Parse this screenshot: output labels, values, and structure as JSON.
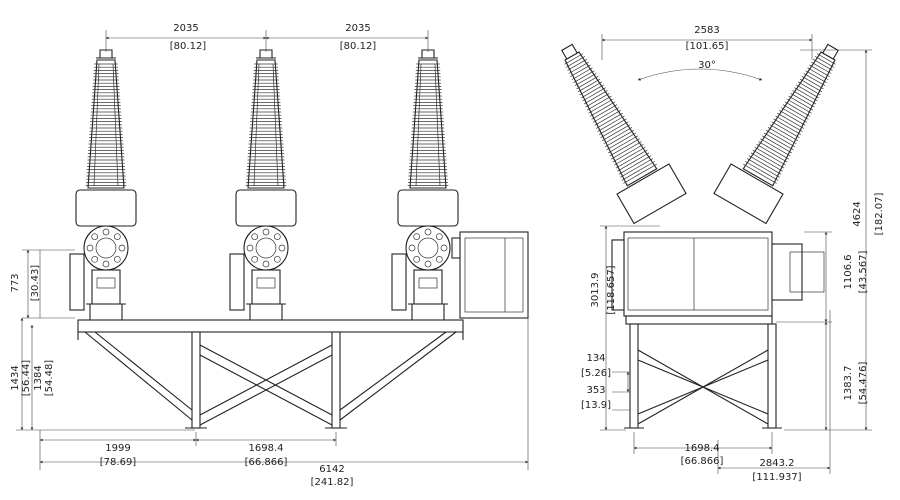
{
  "front_view": {
    "dim_pitch_left": {
      "value": "2035",
      "inch": "[80.12]"
    },
    "dim_pitch_right": {
      "value": "2035",
      "inch": "[80.12]"
    },
    "dim_mech_height": {
      "value": "773",
      "inch": "[30.43]"
    },
    "dim_frame_height_a": {
      "value": "1434",
      "inch": "[56.44]"
    },
    "dim_frame_height_b": {
      "value": "1384",
      "inch": "[54.48]"
    },
    "dim_base_left": {
      "value": "1999",
      "inch": "[78.69]"
    },
    "dim_base_center": {
      "value": "1698.4",
      "inch": "[66.866]"
    },
    "dim_overall_width": {
      "value": "6142",
      "inch": "[241.82]"
    }
  },
  "side_view": {
    "dim_top_width": {
      "value": "2583",
      "inch": "[101.65]"
    },
    "dim_angle": "30°",
    "dim_overall_height": {
      "value": "4624",
      "inch": "[182.07]"
    },
    "dim_tank_height": {
      "value": "3013.9",
      "inch": "[118.657]"
    },
    "dim_box_height": {
      "value": "1106.6",
      "inch": "[43.567]"
    },
    "dim_foot_a": {
      "value": "134",
      "inch": "[5.26]"
    },
    "dim_foot_b": {
      "value": "353",
      "inch": "[13.9]"
    },
    "dim_frame_height": {
      "value": "1383.7",
      "inch": "[54.476]"
    },
    "dim_base_center": {
      "value": "1698.4",
      "inch": "[66.866]"
    },
    "dim_base_overall": {
      "value": "2843.2",
      "inch": "[111.937]"
    }
  }
}
